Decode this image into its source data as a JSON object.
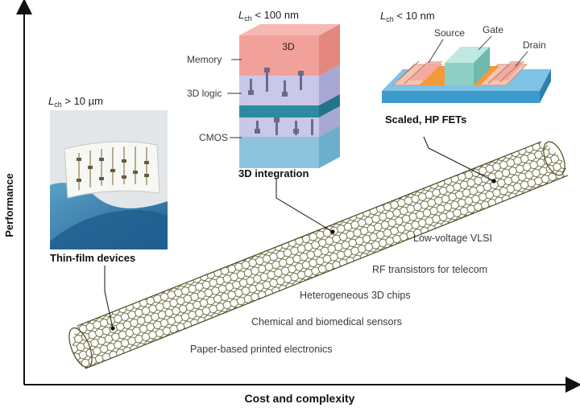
{
  "axes": {
    "y_label": "Performance",
    "x_label": "Cost and complexity"
  },
  "applications": [
    "Low-voltage VLSI",
    "RF transistors for telecom",
    "Heterogeneous 3D chips",
    "Chemical and biomedical sensors",
    "Paper-based printed electronics"
  ],
  "thin_film": {
    "lch_prefix": "L",
    "lch_sub": "ch",
    "lch_value": " > 10 µm",
    "caption": "Thin-film devices"
  },
  "integration_3d": {
    "lch_prefix": "L",
    "lch_sub": "ch",
    "lch_value": " < 100 nm",
    "top_label": "3D",
    "layer_memory": "Memory",
    "layer_logic": "3D logic",
    "layer_cmos": "CMOS",
    "caption": "3D integration"
  },
  "scaled_fet": {
    "lch_prefix": "L",
    "lch_sub": "ch",
    "lch_value": " < 10 nm",
    "source": "Source",
    "gate": "Gate",
    "drain": "Drain",
    "caption": "Scaled, HP FETs"
  },
  "colors": {
    "axis": "#111111",
    "tube": "#5a5a2a",
    "memory_layer": "#f2a09a",
    "logic_layer": "#c9c8e8",
    "interconnect": "#2f8aa0",
    "cmos_layer": "#8ec3de",
    "substrate": "#4aa8d8",
    "channel": "#f39a3a",
    "gate": "#8fd0c6"
  }
}
